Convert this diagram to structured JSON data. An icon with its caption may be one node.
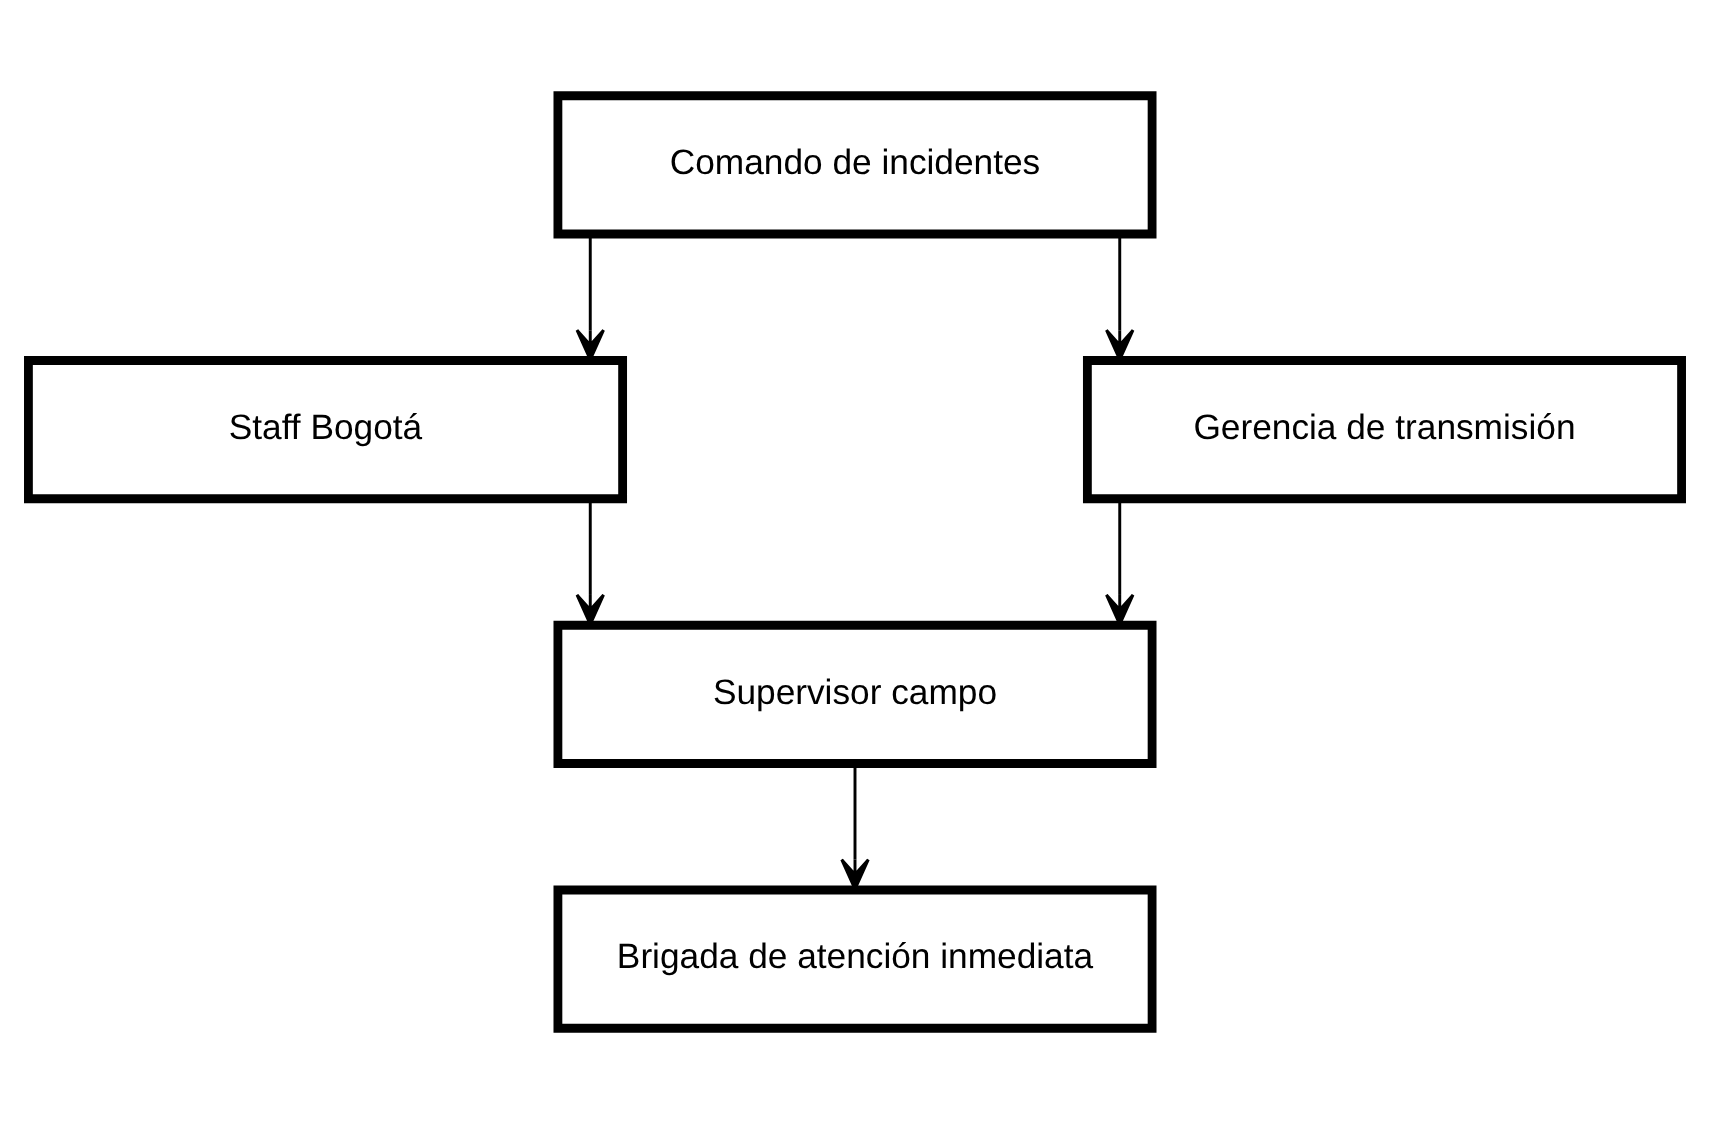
{
  "diagram": {
    "nodes": [
      {
        "text": [
          "Comando de incidentes"
        ]
      },
      {
        "text": [
          "Staff Bogotá"
        ]
      },
      {
        "text": [
          "Gerencia de transmisión"
        ]
      },
      {
        "text": [
          "Supervisor campo"
        ]
      },
      {
        "text": [
          "Brigada de atención inmediata"
        ]
      }
    ],
    "edges": [
      {
        "from": 0,
        "to": 1,
        "arrow": "to"
      },
      {
        "from": 0,
        "to": 2,
        "arrow": "to"
      },
      {
        "from": 1,
        "to": 3,
        "arrow": "to"
      },
      {
        "from": 2,
        "to": 3,
        "arrow": "to"
      },
      {
        "from": 3,
        "to": 4,
        "arrow": "to"
      }
    ]
  }
}
